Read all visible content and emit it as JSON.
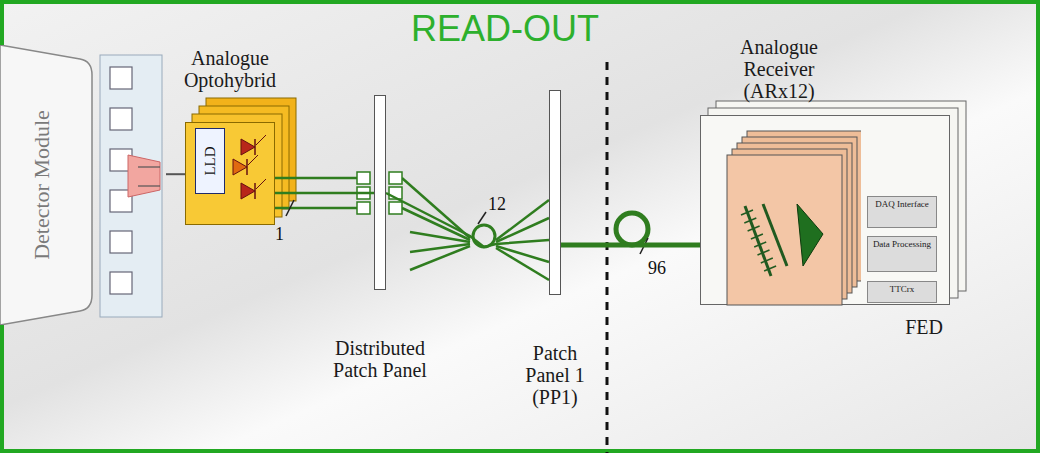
{
  "diagram": {
    "title": "READ-OUT",
    "nodes": [
      {
        "text": [
          "Detector Module"
        ]
      },
      {
        "text": [
          "Analogue Optohybrid"
        ]
      },
      {
        "text": [
          "LLD"
        ],
        "in": 1
      },
      {
        "text": [
          "Distributed Patch Panel"
        ]
      },
      {
        "text": [
          "Patch Panel 1 (PP1)"
        ]
      },
      {
        "text": [
          "Analogue Receiver (ARx12)",
          "FED"
        ]
      },
      {
        "text": [
          "DAQ Interface"
        ],
        "in": 5
      },
      {
        "text": [
          "Data Processing"
        ],
        "in": 5
      },
      {
        "text": [
          "TTCrx"
        ],
        "in": 5
      }
    ],
    "edges": [
      {
        "from": 0,
        "to": 2,
        "arrow": "to"
      },
      {
        "from": 1,
        "to": 3,
        "arrow": "none"
      },
      {
        "from": 3,
        "to": 4,
        "arrow": "none"
      },
      {
        "from": 4,
        "to": 5,
        "arrow": "none"
      }
    ],
    "labels": [
      "1",
      "12",
      "96"
    ]
  }
}
